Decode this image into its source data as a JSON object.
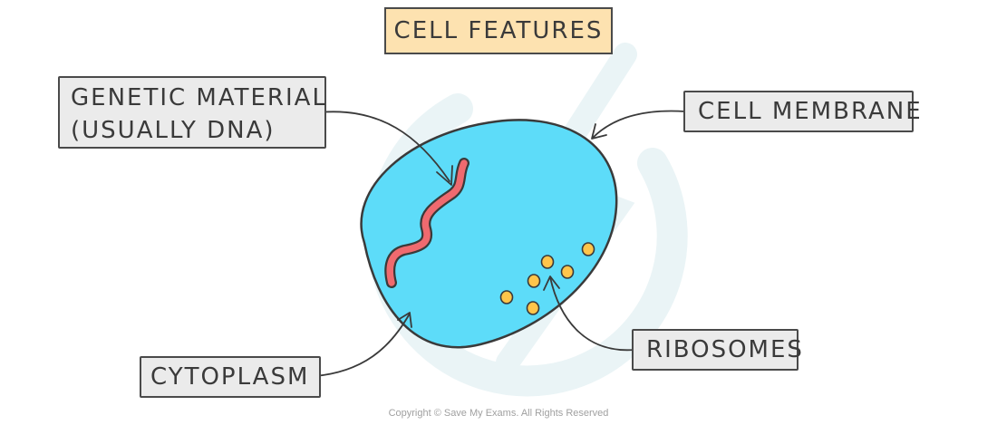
{
  "title": "CELL FEATURES",
  "labels": {
    "genetic_material_line1": "GENETIC MATERIAL",
    "genetic_material_line2": "(USUALLY DNA)",
    "cell_membrane": "CELL MEMBRANE",
    "cytoplasm": "CYTOPLASM",
    "ribosomes": "RIBOSOMES"
  },
  "copyright": "Copyright © Save My Exams. All Rights Reserved",
  "colors": {
    "cytoplasm_fill": "#5ddcf9",
    "outline": "#3a3a3a",
    "dna_fill": "#ef6a6f",
    "ribosome_fill": "#ffc54a",
    "label_background": "#ebebeb",
    "title_background": "#fde2b0",
    "watermark": "#eaf4f6"
  }
}
